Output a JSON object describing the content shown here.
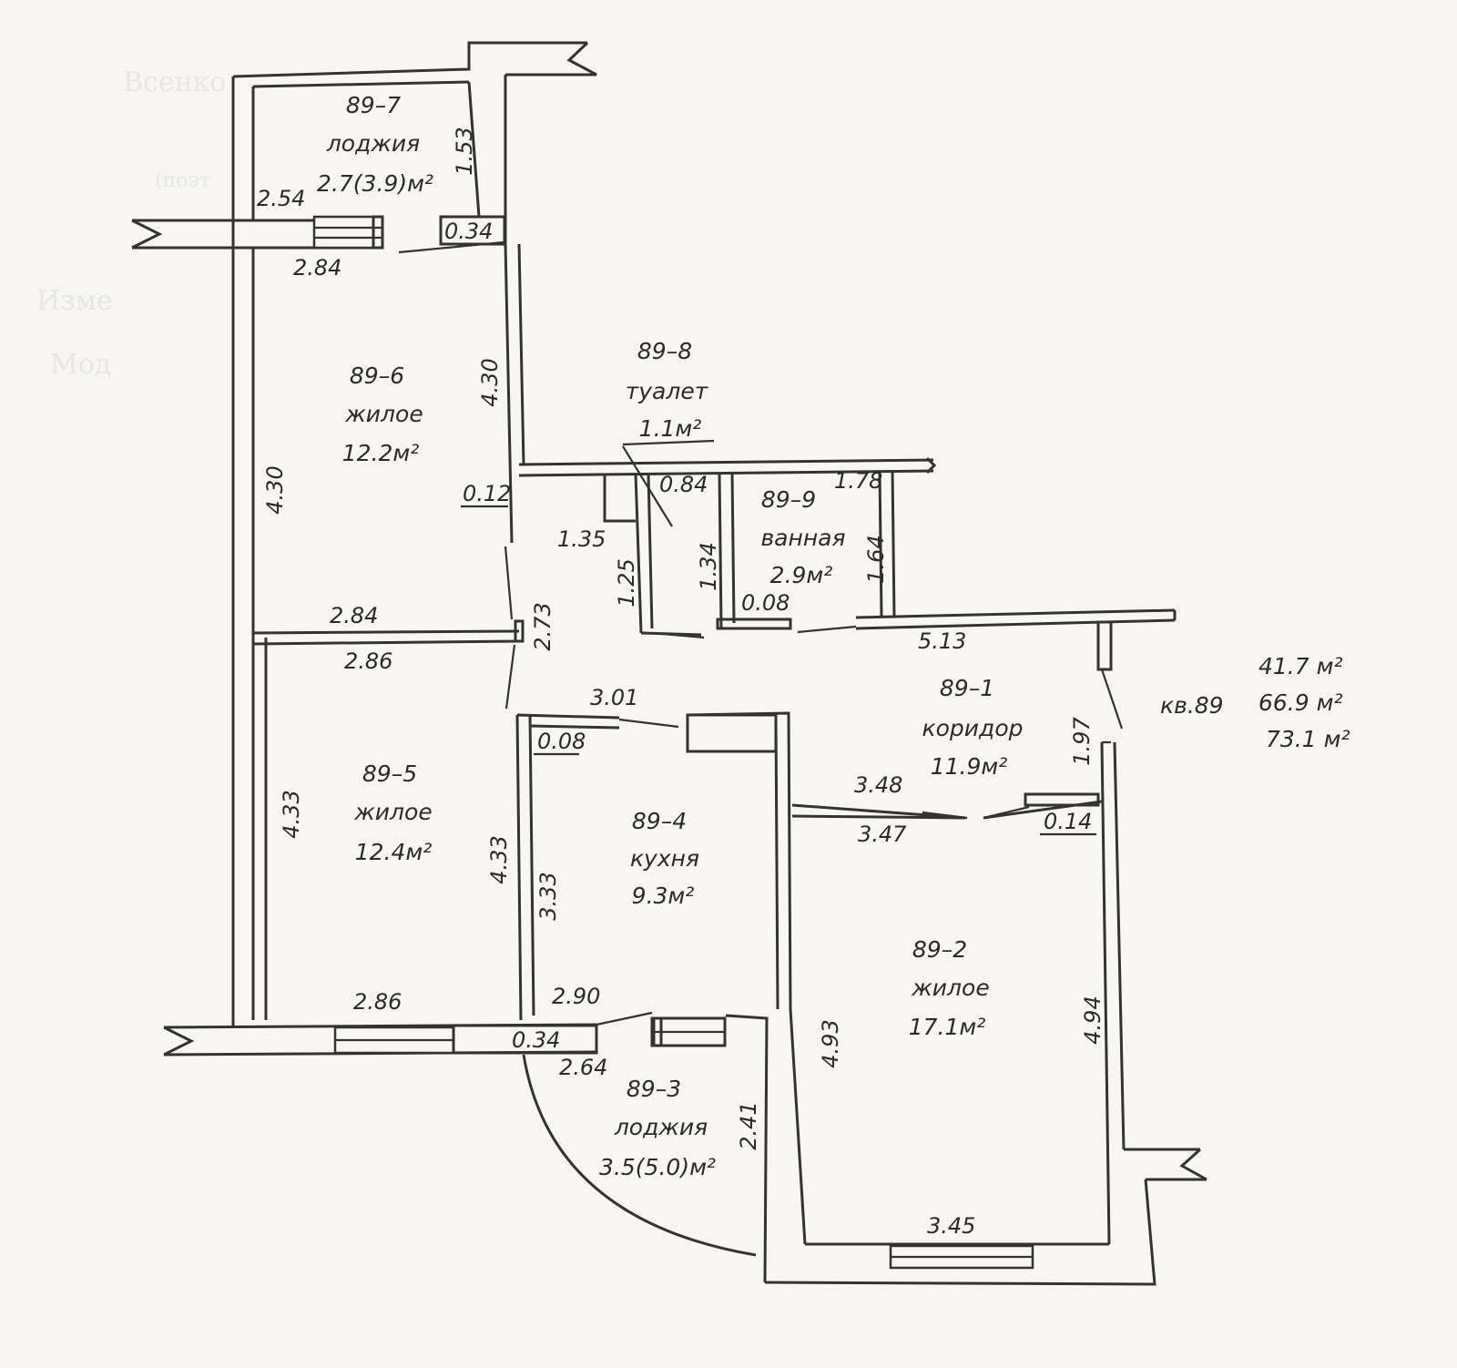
{
  "header": {
    "title_fragment": "Всенко",
    "note_fragment": "(поэт",
    "change_fragment": "Изме",
    "mark_fragment": "Мод"
  },
  "rooms": {
    "r7": {
      "num": "89–7",
      "name": "лоджия",
      "area": "2.7(3.9)м²"
    },
    "r6": {
      "num": "89–6",
      "name": "жилое",
      "area": "12.2м²"
    },
    "r8": {
      "num": "89–8",
      "name": "туалет",
      "area": "1.1м²"
    },
    "r9": {
      "num": "89–9",
      "name": "ванная",
      "area": "2.9м²"
    },
    "r1": {
      "num": "89–1",
      "name": "коридор",
      "area": "11.9м²"
    },
    "r5": {
      "num": "89–5",
      "name": "жилое",
      "area": "12.4м²"
    },
    "r4": {
      "num": "89–4",
      "name": "кухня",
      "area": "9.3м²"
    },
    "r2": {
      "num": "89–2",
      "name": "жилое",
      "area": "17.1м²"
    },
    "r3": {
      "num": "89–3",
      "name": "лоджия",
      "area": "3.5(5.0)м²"
    }
  },
  "dimensions": {
    "d153": "1.53",
    "d254": "2.54",
    "d034a": "0.34",
    "d284a": "2.84",
    "d430a": "4.30",
    "d430b": "4.30",
    "d012": "0.12",
    "d084": "0.84",
    "d178": "1.78",
    "d135": "1.35",
    "d125": "1.25",
    "d134": "1.34",
    "d164": "1.64",
    "d008a": "0.08",
    "d284b": "2.84",
    "d273": "2.73",
    "d286a": "2.86",
    "d513": "5.13",
    "d301": "3.01",
    "d008b": "0.08",
    "d197": "1.97",
    "d348": "3.48",
    "d347": "3.47",
    "d014": "0.14",
    "d433a": "4.33",
    "d433b": "4.33",
    "d333": "3.33",
    "d286b": "2.86",
    "d290": "2.90",
    "d034b": "0.34",
    "d264": "2.64",
    "d241": "2.41",
    "d493": "4.93",
    "d494": "4.94",
    "d345": "3.45"
  },
  "totals": {
    "apartment": "кв.89",
    "living": "41.7 м²",
    "total": "66.9 м²",
    "with_loggias": "73.1 м²"
  }
}
